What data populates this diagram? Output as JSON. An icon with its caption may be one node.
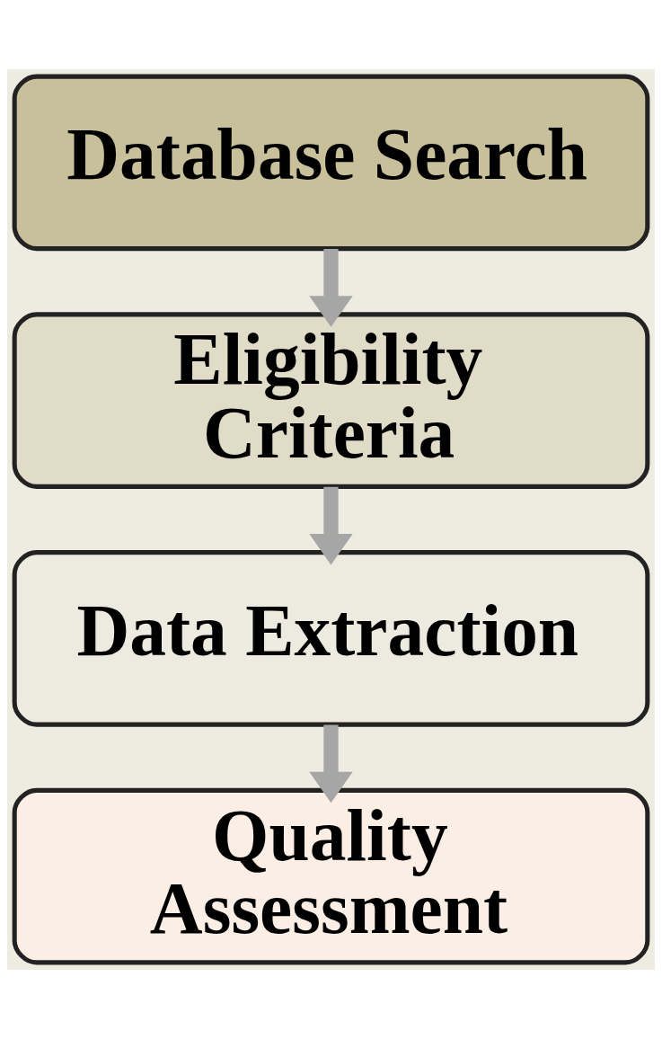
{
  "diagram": {
    "nodes": [
      {
        "text": [
          "Database Search"
        ]
      },
      {
        "text": [
          "Eligibility Criteria"
        ]
      },
      {
        "text": [
          "Data Extraction"
        ]
      },
      {
        "text": [
          "Quality Assessment"
        ]
      }
    ],
    "edges": [
      {
        "from": 0,
        "to": 1,
        "arrow": "to"
      },
      {
        "from": 1,
        "to": 2,
        "arrow": "to"
      },
      {
        "from": 2,
        "to": 3,
        "arrow": "to"
      }
    ]
  }
}
